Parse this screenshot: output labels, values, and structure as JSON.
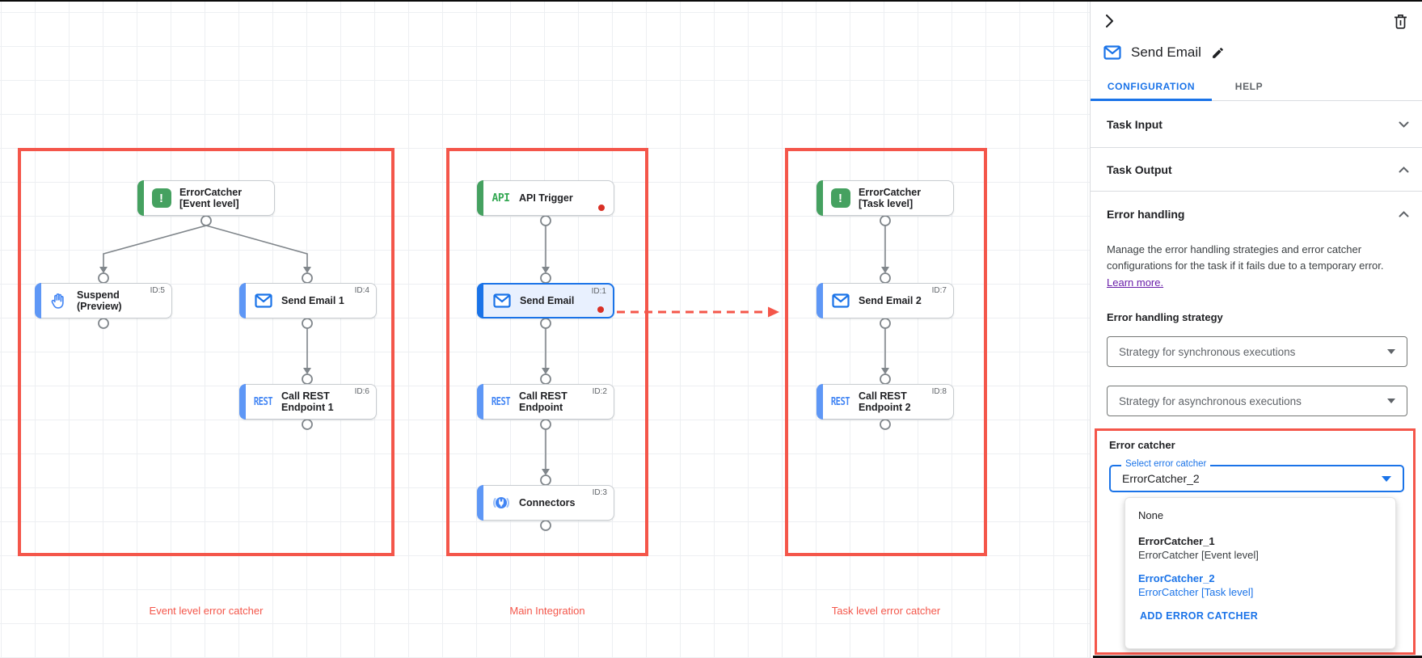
{
  "canvas": {
    "groups": [
      {
        "label": "Event level error catcher"
      },
      {
        "label": "Main Integration"
      },
      {
        "label": "Task level error catcher"
      }
    ],
    "icon_texts": {
      "api": "API",
      "rest": "REST",
      "error": "!"
    },
    "nodes": [
      {
        "title": "ErrorCatcher [Event level]"
      },
      {
        "title": "Suspend (Preview)",
        "id": "ID:5"
      },
      {
        "title": "Send Email 1",
        "id": "ID:4"
      },
      {
        "title": "Call REST Endpoint 1",
        "id": "ID:6"
      },
      {
        "title": "API Trigger"
      },
      {
        "title": "Send Email",
        "id": "ID:1"
      },
      {
        "title": "Call REST Endpoint",
        "id": "ID:2"
      },
      {
        "title": "Connectors",
        "id": "ID:3"
      },
      {
        "title": "ErrorCatcher [Task level]"
      },
      {
        "title": "Send Email 2",
        "id": "ID:7"
      },
      {
        "title": "Call REST Endpoint 2",
        "id": "ID:8"
      }
    ]
  },
  "panel": {
    "title": "Send Email",
    "tabs": {
      "configuration": "CONFIGURATION",
      "help": "HELP"
    },
    "sections": {
      "task_input": "Task Input",
      "task_output": "Task Output",
      "error_handling": "Error handling"
    },
    "error_handling": {
      "description": "Manage the error handling strategies and error catcher configurations for the task if it fails due to a temporary error.",
      "learn_more": "Learn more.",
      "strategy_label": "Error handling strategy",
      "sync_dropdown": "Strategy for synchronous executions",
      "async_dropdown": "Strategy for asynchronous executions"
    },
    "error_catcher": {
      "label": "Error catcher",
      "select_label": "Select error catcher",
      "value": "ErrorCatcher_2",
      "menu": {
        "none": "None",
        "item1_name": "ErrorCatcher_1",
        "item1_desc": "ErrorCatcher [Event level]",
        "item2_name": "ErrorCatcher_2",
        "item2_desc": "ErrorCatcher [Task level]",
        "add_button": "ADD ERROR CATCHER"
      }
    }
  },
  "colors": {
    "accent_blue": "#1a73e8",
    "highlight_red": "#f4564a",
    "node_green": "#45a160",
    "status_dot_red": "#d93025",
    "link_purple": "#681da8"
  }
}
